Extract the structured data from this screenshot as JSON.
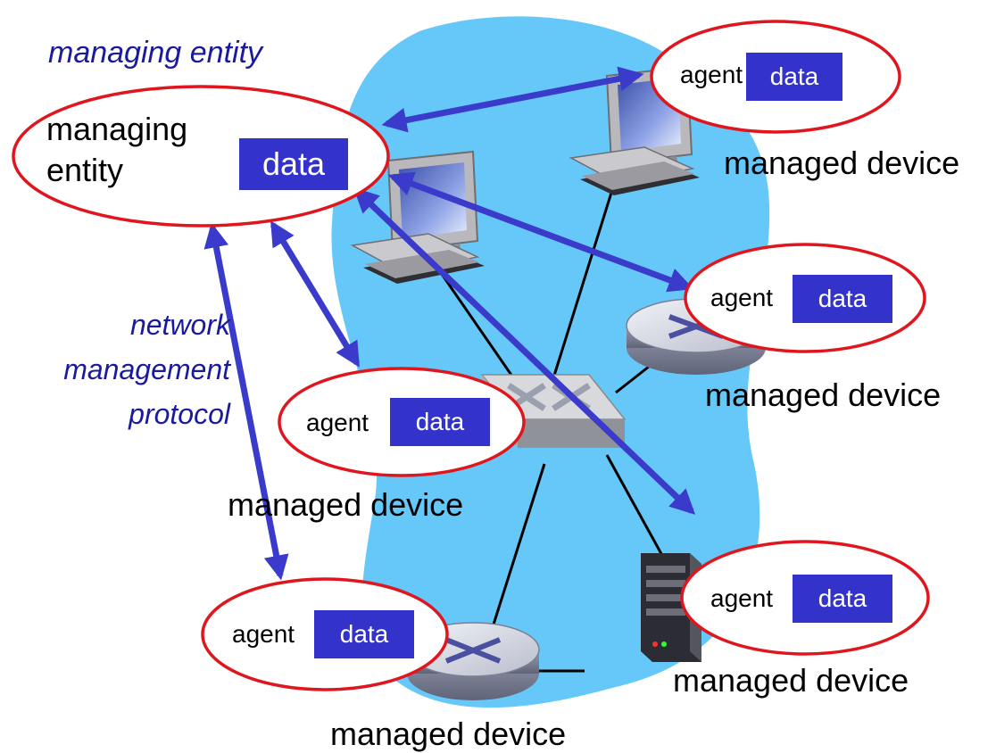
{
  "colors": {
    "network_cloud": "#66c8f8",
    "ellipse_stroke": "#e0161e",
    "data_box": "#3333cc",
    "arrow": "#3a3acb",
    "italic_label": "#1a1a9e"
  },
  "labels": {
    "managing_entity_caption": "managing entity",
    "protocol_line1": "network",
    "protocol_line2": "management",
    "protocol_line3": "protocol"
  },
  "manager": {
    "line1": "managing",
    "line2": "entity",
    "data": "data"
  },
  "agents": [
    {
      "agent": "agent",
      "data": "data",
      "device": "managed device"
    },
    {
      "agent": "agent",
      "data": "data",
      "device": "managed device"
    },
    {
      "agent": "agent",
      "data": "data",
      "device": "managed device"
    },
    {
      "agent": "agent",
      "data": "data",
      "device": "managed device"
    },
    {
      "agent": "agent",
      "data": "data",
      "device": "managed device"
    }
  ],
  "icons": [
    "desktop-computer-icon",
    "router-icon",
    "switch-icon",
    "server-icon"
  ]
}
